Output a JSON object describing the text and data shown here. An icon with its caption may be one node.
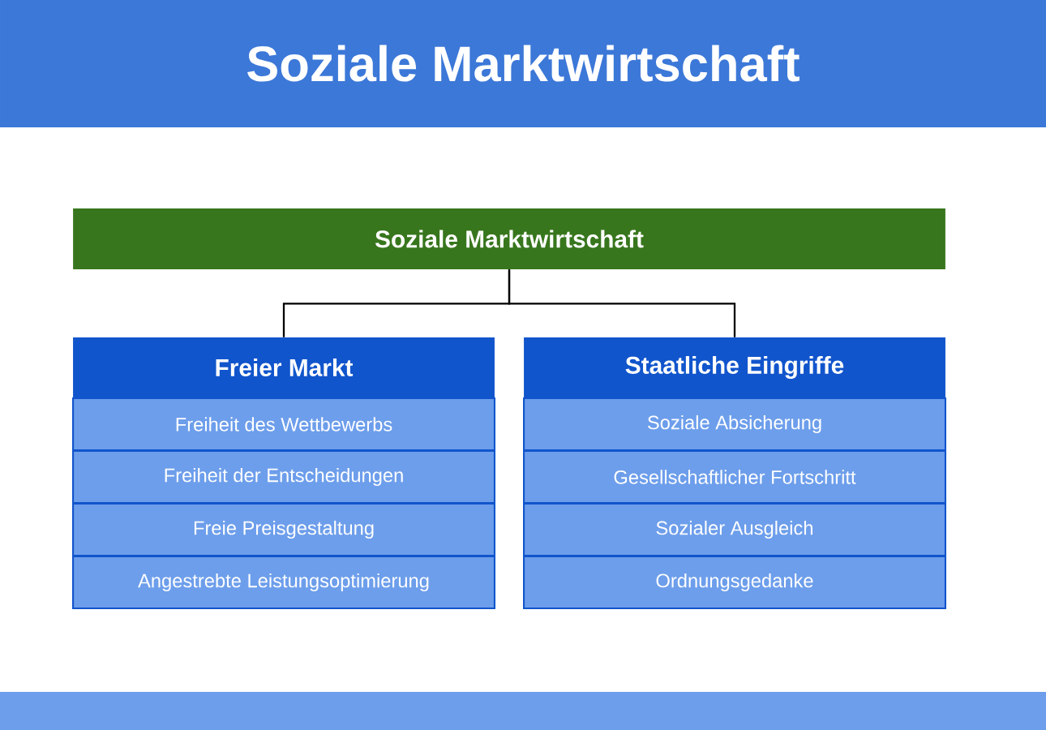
{
  "diagram": {
    "title": "Soziale Marktwirtschaft",
    "nodes": [
      {
        "text": [
          "Soziale Marktwirtschaft"
        ]
      },
      {
        "text": [
          "Freier Markt"
        ]
      },
      {
        "text": [
          "Staatliche Eingriffe"
        ]
      },
      {
        "text": [
          "Freiheit des Wettbewerbs"
        ]
      },
      {
        "text": [
          "Freiheit der Entscheidungen"
        ]
      },
      {
        "text": [
          "Freie Preisgestaltung"
        ]
      },
      {
        "text": [
          "Angestrebte Leistungsoptimierung"
        ]
      },
      {
        "text": [
          "Soziale Absicherung"
        ]
      },
      {
        "text": [
          "Gesellschaftlicher Fortschritt"
        ]
      },
      {
        "text": [
          "Sozialer Ausgleich"
        ]
      },
      {
        "text": [
          "Ordnungsgedanke"
        ]
      }
    ],
    "edges": [
      {
        "from": 0,
        "to": 1,
        "arrow": "none"
      },
      {
        "from": 0,
        "to": 2,
        "arrow": "none"
      }
    ]
  }
}
